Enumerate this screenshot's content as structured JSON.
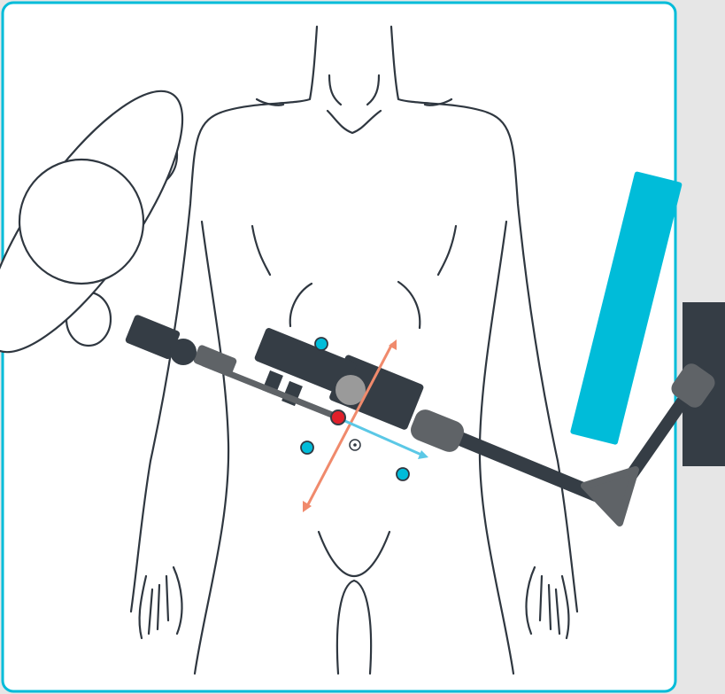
{
  "colors": {
    "panel_border": "#00bcd9",
    "background": "#e6e6e6",
    "outline": "#2f3740",
    "robot_dark": "#353d45",
    "robot_grey": "#5f6367",
    "accent_cyan": "#00bcd9",
    "arrow_salmon": "#f08a6c",
    "arrow_blue": "#5bc8e6",
    "pivot_red": "#e0202a"
  },
  "ports": [
    {
      "name": "port-upper"
    },
    {
      "name": "port-left"
    },
    {
      "name": "port-right"
    }
  ],
  "icons": {
    "pivot_point": "red-dot-icon",
    "navel": "navel-icon",
    "surgeon": "surgeon-topview-icon",
    "monitor": "monitor-bar-icon",
    "table_rail": "table-rail-icon"
  }
}
